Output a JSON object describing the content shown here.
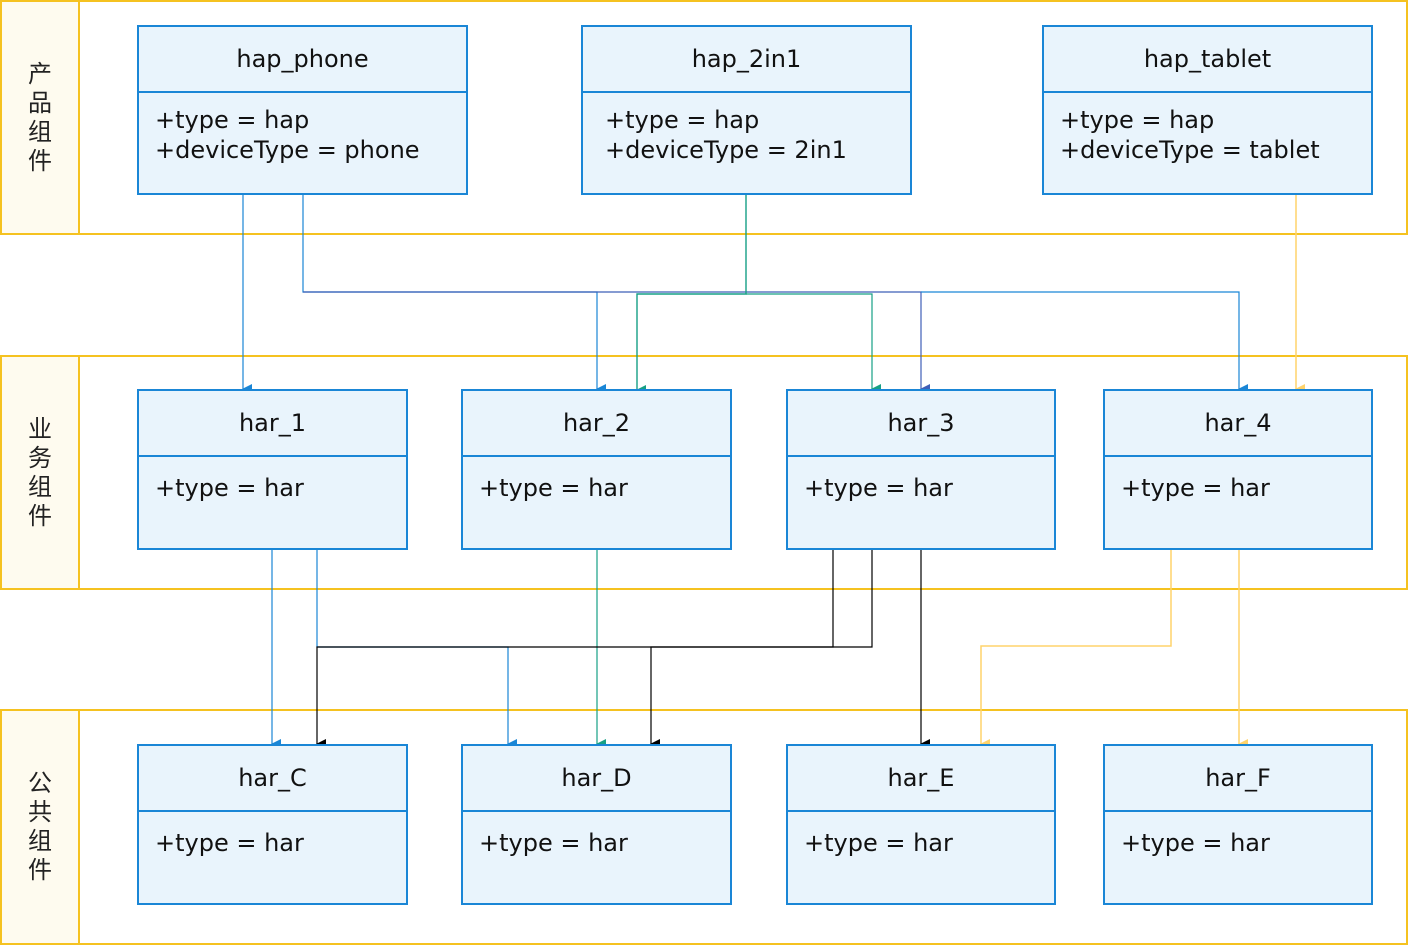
{
  "colors": {
    "band_border": "#f5c220",
    "band_label_bg": "#fefbef",
    "box_border": "#1a86d6",
    "box_fill": "#e9f4fc",
    "edge_blue": "#1a86d6",
    "edge_teal": "#16a085",
    "edge_black": "#000000",
    "edge_yellow": "#ffd36b",
    "edge_navy": "#3f5fb8"
  },
  "bands": [
    {
      "label": "产品组件"
    },
    {
      "label": "业务组件"
    },
    {
      "label": "公共组件"
    }
  ],
  "boxes": [
    {
      "id": "hap_phone",
      "title": "hap_phone",
      "attrs": [
        "+type = hap",
        "+deviceType = phone"
      ]
    },
    {
      "id": "hap_2in1",
      "title": "hap_2in1",
      "attrs": [
        "+type = hap",
        "+deviceType = 2in1"
      ]
    },
    {
      "id": "hap_tablet",
      "title": "hap_tablet",
      "attrs": [
        "+type = hap",
        "+deviceType = tablet"
      ]
    },
    {
      "id": "har_1",
      "title": "har_1",
      "attrs": [
        "+type = har"
      ]
    },
    {
      "id": "har_2",
      "title": "har_2",
      "attrs": [
        "+type = har"
      ]
    },
    {
      "id": "har_3",
      "title": "har_3",
      "attrs": [
        "+type = har"
      ]
    },
    {
      "id": "har_4",
      "title": "har_4",
      "attrs": [
        "+type = har"
      ]
    },
    {
      "id": "har_C",
      "title": "har_C",
      "attrs": [
        "+type = har"
      ]
    },
    {
      "id": "har_D",
      "title": "har_D",
      "attrs": [
        "+type = har"
      ]
    },
    {
      "id": "har_E",
      "title": "har_E",
      "attrs": [
        "+type = har"
      ]
    },
    {
      "id": "har_F",
      "title": "har_F",
      "attrs": [
        "+type = har"
      ]
    }
  ],
  "edges": [
    {
      "from": "hap_phone",
      "to": "har_1",
      "color": "edge_blue"
    },
    {
      "from": "hap_phone",
      "to": "har_2",
      "color": "edge_blue"
    },
    {
      "from": "hap_phone",
      "to": "har_3",
      "color": "edge_navy"
    },
    {
      "from": "hap_phone",
      "to": "har_4",
      "color": "edge_blue"
    },
    {
      "from": "hap_2in1",
      "to": "har_2",
      "color": "edge_teal"
    },
    {
      "from": "hap_2in1",
      "to": "har_3",
      "color": "edge_teal"
    },
    {
      "from": "hap_tablet",
      "to": "har_4",
      "color": "edge_yellow"
    },
    {
      "from": "har_1",
      "to": "har_C",
      "color": "edge_blue"
    },
    {
      "from": "har_1",
      "to": "har_D",
      "color": "edge_blue"
    },
    {
      "from": "har_2",
      "to": "har_D",
      "color": "edge_teal"
    },
    {
      "from": "har_3",
      "to": "har_C",
      "color": "edge_black"
    },
    {
      "from": "har_3",
      "to": "har_D",
      "color": "edge_black"
    },
    {
      "from": "har_3",
      "to": "har_E",
      "color": "edge_black"
    },
    {
      "from": "har_4",
      "to": "har_E",
      "color": "edge_yellow"
    },
    {
      "from": "har_4",
      "to": "har_F",
      "color": "edge_yellow"
    }
  ]
}
